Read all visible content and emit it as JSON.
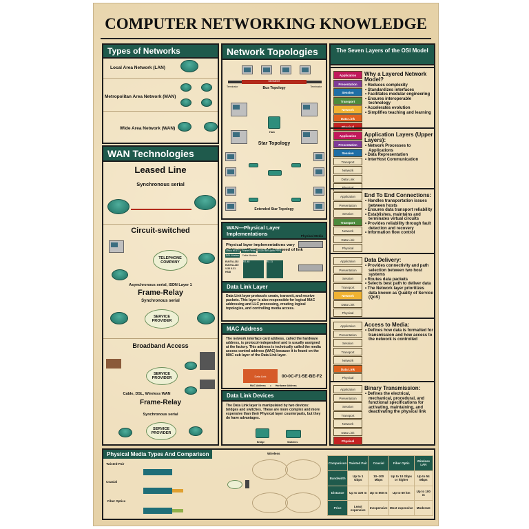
{
  "title": "COMPUTER NETWORKING KNOWLEDGE",
  "types": {
    "heading": "Types of Networks",
    "items": [
      "Local Area Network (LAN)",
      "Metropolitan Area Network (MAN)",
      "Wide Area Network (WAN)"
    ]
  },
  "wan": {
    "heading": "WAN Technologies",
    "leased": "Leased Line",
    "leased_sub": "Synchronous serial",
    "circuit": "Circuit-switched",
    "telephone": "TELEPHONE COMPANY",
    "circuit_sub": "Asynchronous serial, ISDN Layer 1",
    "fr1": "Frame-Relay",
    "fr1_sub": "Synchronous serial",
    "sp": "SERVICE PROVIDER",
    "broadband": "Broadband Access",
    "broadband_sub": "Cable, DSL, Wireless WAN",
    "fr2": "Frame-Relay",
    "fr2_sub": "Synchronous serial"
  },
  "topo": {
    "heading": "Network Topologies",
    "segment": "SEGMENT",
    "terminator": "Terminator",
    "bus": "Bus Topology",
    "hub": "Hub",
    "star": "Star Topology",
    "ext": "Extended Star Topology"
  },
  "wanphys": {
    "heading": "WAN—Physical Layer Implementations",
    "bullets": [
      "Physical layer implementations vary",
      "Cable specifications define speed of link"
    ],
    "media": "Physical Media",
    "boxes": [
      "Cisco HDLC",
      "Frame Relay",
      "ISDN BRI (with PPP)",
      "DSL Modem",
      "Cable Modem"
    ],
    "specs": "EIA/TIA-232 EIA/TIA-449 V.35 X.21 HSSI",
    "rj48": "RJ-48",
    "rj11": "RJ-11"
  },
  "dll": {
    "heading": "Data Link Layer",
    "text": "Data Link layer protocols create, transmit, and receive packets. This layer is also responsible for logical MAC addressing and LLC processing, creating logical topologies, and controlling media access."
  },
  "mac": {
    "heading": "MAC Address",
    "text": "The network interface card address, called the hardware address, is protocol-independent and is usually assigned at the factory. This address is technically called the media access control address (MAC) because it is found on the MAC sub layer of the Data Link layer.",
    "box": "Data Link",
    "addr": "00-0C-F1-5E-BE-F2",
    "l1": "MAC Address",
    "eq": "=",
    "l2": "Hardware Address"
  },
  "dld": {
    "heading": "Data Link Devices",
    "text": "The Data Link layer is manipulated by two devices: bridges and switches. These are more complex and more expensive than their Physical layer counterparts, but they do have advantages.",
    "bridge": "Bridge",
    "switch": "Switches"
  },
  "osi": {
    "heading": "The Seven Layers of the OSI Model",
    "layers": [
      "Application",
      "Presentation",
      "Session",
      "Transport",
      "Network",
      "Data Link",
      "Physical"
    ],
    "colors": [
      "#c2185b",
      "#7e3b98",
      "#1e6ea6",
      "#4c8a3c",
      "#f0b232",
      "#e0621e",
      "#c42222"
    ],
    "blocks": [
      {
        "title": "Why a Layered Network Model?",
        "on": [
          0,
          1,
          2,
          3,
          4,
          5,
          6
        ],
        "items": [
          "Reduces complexity",
          "Standardizes interfaces",
          "Facilitates modular engineering",
          "Ensures interoperable technology",
          "Accelerates evolution",
          "Simplifies teaching and learning"
        ]
      },
      {
        "title": "Application Layers (Upper Layers):",
        "on": [
          0,
          1,
          2
        ],
        "items": [
          "Network Processes to Applications",
          "Data Representation",
          "InterHost Communication"
        ]
      },
      {
        "title": "End To End Connections:",
        "on": [
          3
        ],
        "items": [
          "Handles transportation issues between hosts",
          "Ensures data transport reliability",
          "Establishes, maintains and terminates virtual circuits",
          "Provides reliability through fault detection and recovery",
          "Information flow control"
        ]
      },
      {
        "title": "Data Delivery:",
        "on": [
          4
        ],
        "items": [
          "Provides connectivity and path selection between two host systems",
          "Routes data packets",
          "Selects best path to deliver data",
          "The Network layer prioritizes data known as Quality of Service (QoS)"
        ]
      },
      {
        "title": "Access to Media:",
        "on": [
          5
        ],
        "items": [
          "Defines how data is formatted for transmission and how access to the network is controlled"
        ]
      },
      {
        "title": "Binary Transmission:",
        "on": [
          6
        ],
        "items": [
          "Defines the electrical, mechanical, procedural, and functional specifications for activating, maintaining, and deactivating the physical link"
        ]
      }
    ]
  },
  "media": {
    "heading": "Physical Media Types And Comparison",
    "tp": "Twisted-Pair",
    "coax": "Coaxial",
    "fiber": "Fiber Optics",
    "wireless": "Wireless",
    "table": {
      "header": [
        "Comparison",
        "Twisted Pair",
        "Coaxial",
        "Fiber Optic",
        "Wireless LAN"
      ],
      "rows": [
        [
          "Bandwidth",
          "Up to 1 Gbps",
          "10–100 Mbps",
          "Up to 10 Gbps or higher",
          "Up to 54 Mbps"
        ],
        [
          "Distance",
          "Up to 100 m",
          "Up to 500 m",
          "Up to 60 km",
          "Up to 100 m"
        ],
        [
          "Price",
          "Least expensive",
          "Inexpensive",
          "Most expensive",
          "Moderate"
        ]
      ]
    }
  }
}
